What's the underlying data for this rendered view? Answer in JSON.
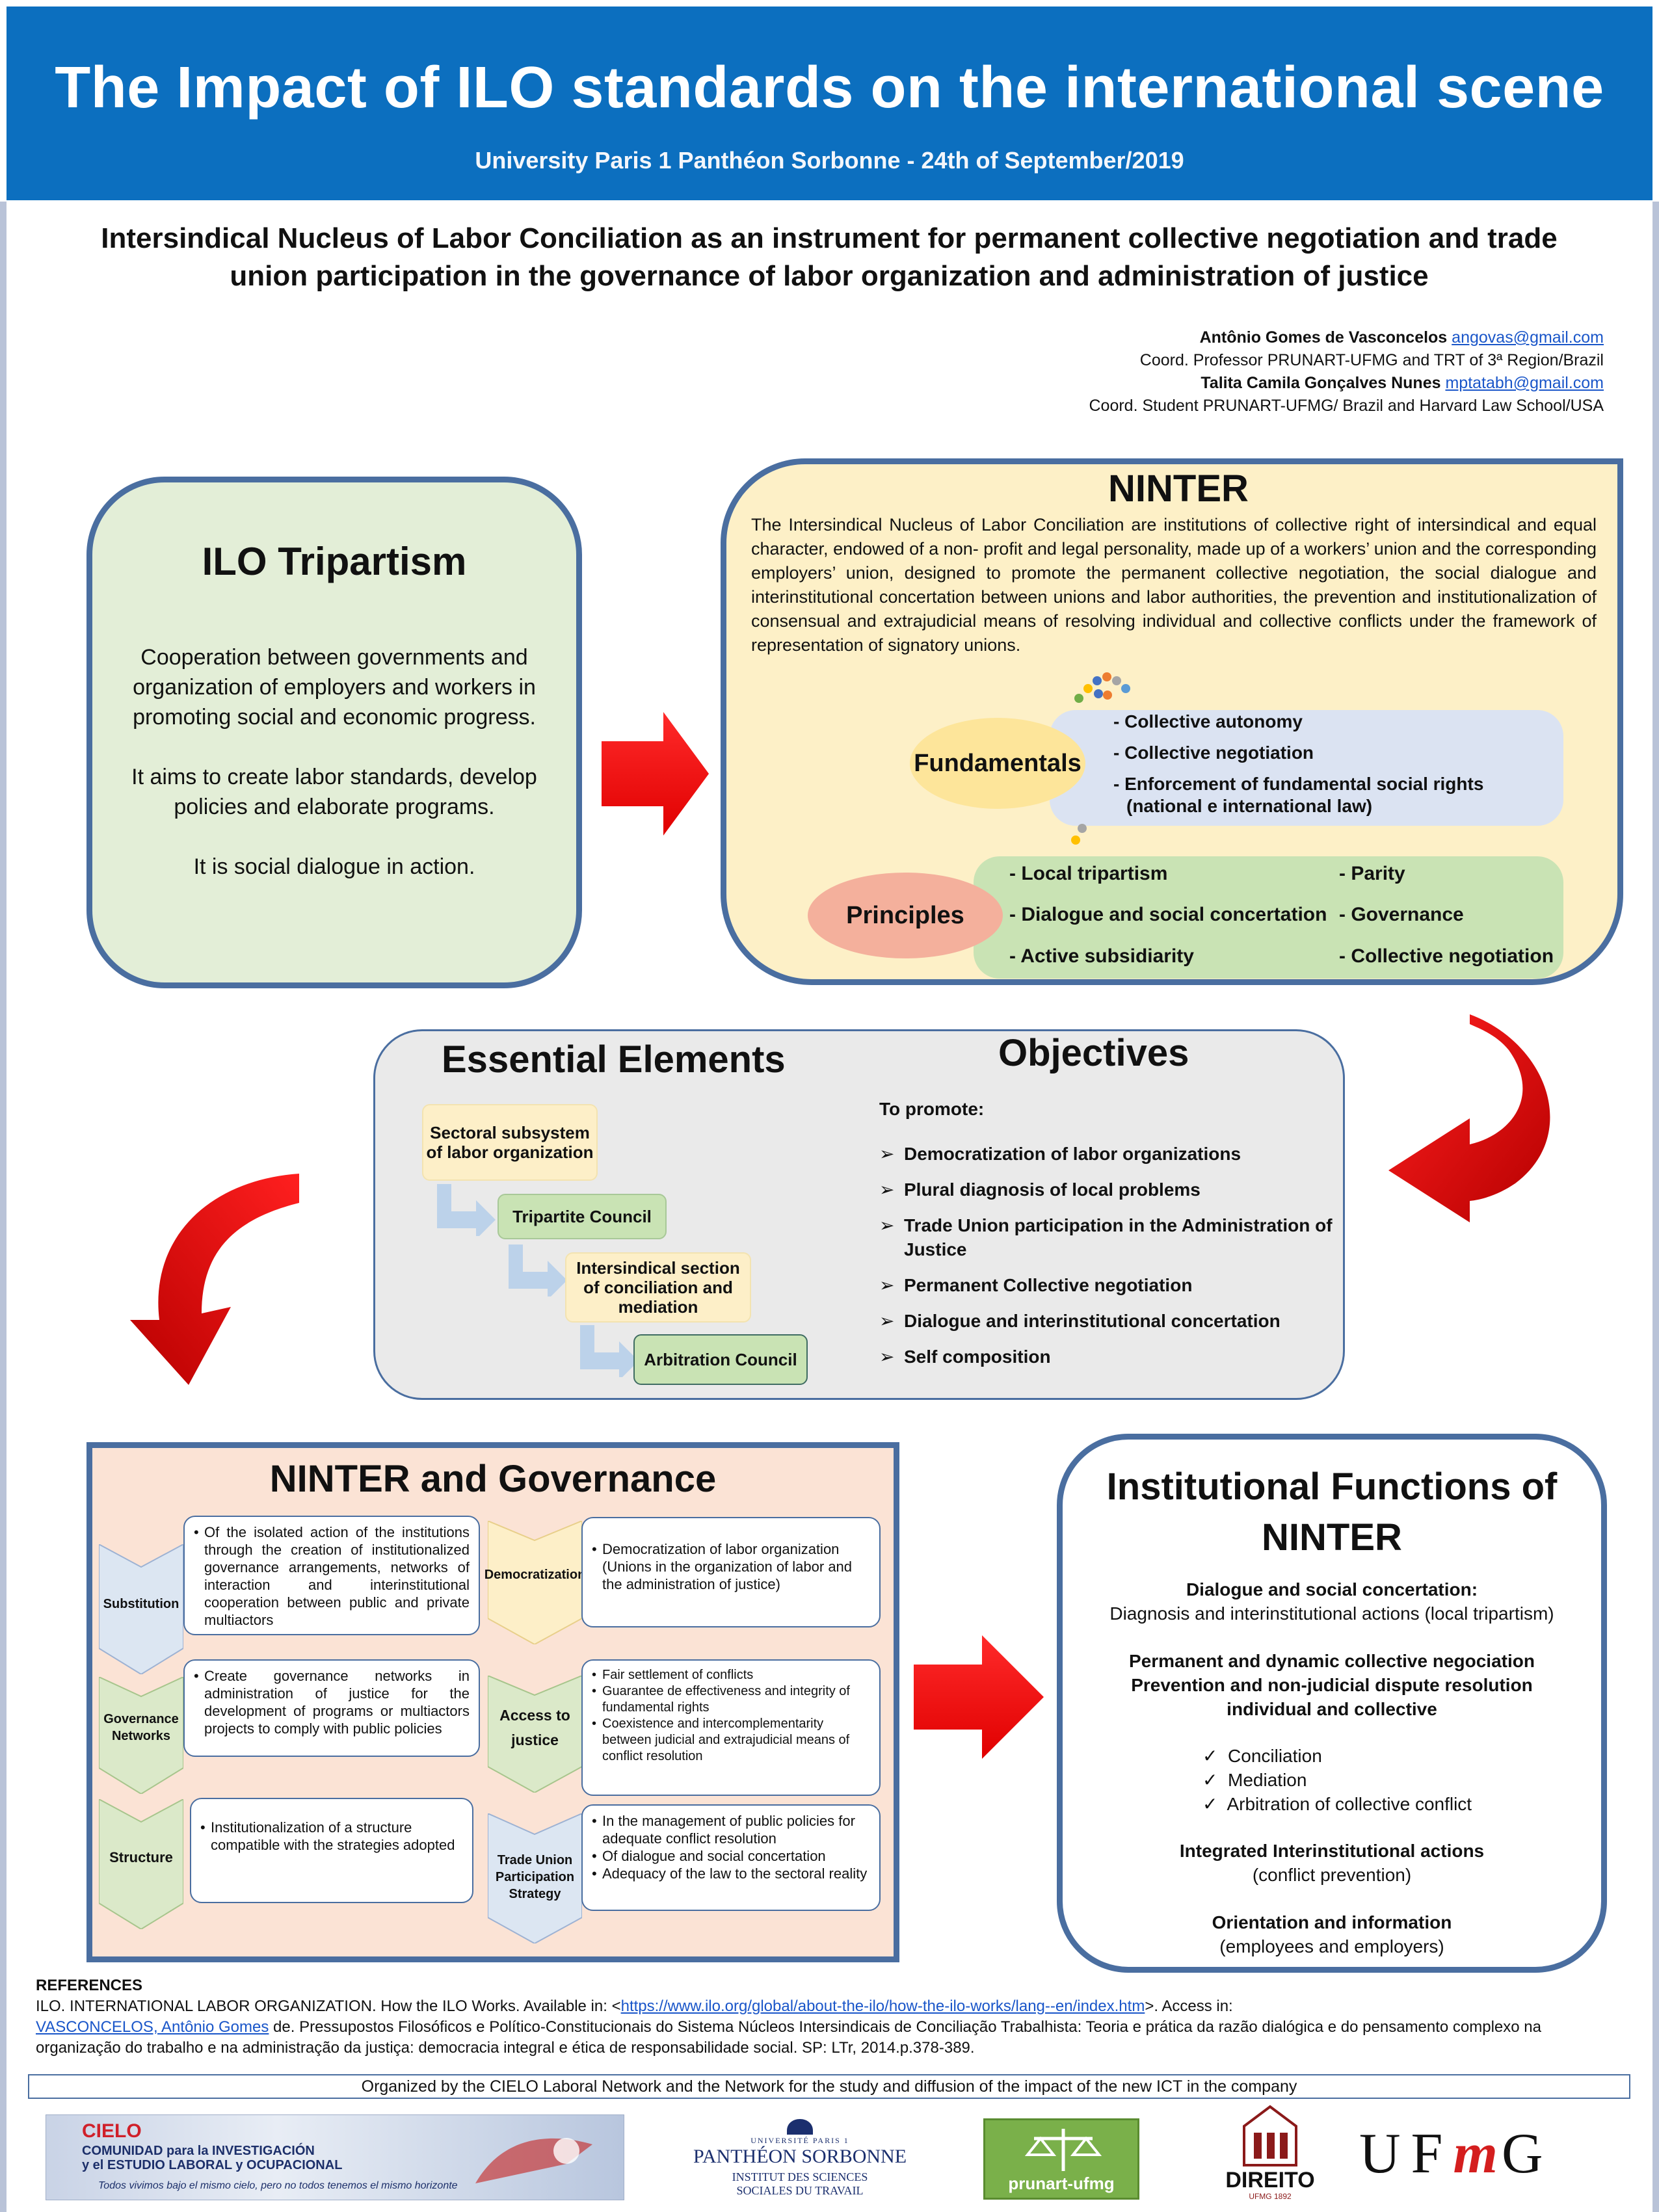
{
  "header": {
    "title": "The Impact of ILO standards on the international scene",
    "subtitle": "University Paris 1 Panthéon Sorbonne - 24th of September/2019"
  },
  "paper_title": {
    "line1": "Intersindical Nucleus of Labor Conciliation as an instrument for permanent collective negotiation and trade",
    "line2": "union participation in the governance of labor organization and administration of justice"
  },
  "authors": [
    {
      "name": "Antônio Gomes de Vasconcelos",
      "email": "angovas@gmail.com",
      "role": "Coord. Professor PRUNART-UFMG and TRT of 3ª Region/Brazil"
    },
    {
      "name": "Talita Camila Gonçalves Nunes",
      "email": "mptatabh@gmail.com",
      "role": "Coord. Student PRUNART-UFMG/ Brazil and Harvard Law School/USA"
    }
  ],
  "ilo": {
    "title": "ILO Tripartism",
    "p1": "Cooperation between governments and organization of employers and workers in promoting social and economic progress.",
    "p2": "It aims to create labor standards, develop policies and elaborate programs.",
    "p3": "It is social dialogue in action."
  },
  "ninter": {
    "title": "NINTER",
    "text": "The Intersindical Nucleus of Labor Conciliation are institutions of collective right of intersindical and equal character, endowed of a non- profit and legal personality, made up of a workers’ union and the corresponding employers’ union, designed to promote the permanent collective negotiation, the social dialogue and interinstitutional concertation between unions and labor authorities, the prevention and institutionalization of consensual and extrajudicial means of resolving individual and collective conflicts under the framework of representation of signatory unions.",
    "fundamentals_label": "Fundamentals",
    "fundamentals": [
      "- Collective autonomy",
      "- Collective negotiation",
      "- Enforcement of fundamental social rights",
      "(national e international law)"
    ],
    "principles_label": "Principles",
    "principles_left": [
      "- Local tripartism",
      "- Dialogue and social concertation",
      "- Active subsidiarity"
    ],
    "principles_right": [
      "- Parity",
      "-  Governance",
      "- Collective negotiation"
    ],
    "dot_colors": [
      "#4472c4",
      "#ed7d31",
      "#a5a5a5",
      "#ffc000",
      "#5b9bd5",
      "#70ad47"
    ]
  },
  "essential": {
    "title": "Essential Elements",
    "steps": [
      "Sectoral subsystem of labor organization",
      "Tripartite Council",
      "Intersindical section of conciliation and mediation",
      "Arbitration Council"
    ]
  },
  "objectives": {
    "title": "Objectives",
    "intro": "To promote:",
    "items": [
      "Democratization of labor organizations",
      "Plural  diagnosis of local problems",
      "Trade Union participation in the Administration of Justice",
      "Permanent Collective negotiation",
      "Dialogue and interinstitutional concertation",
      "Self composition"
    ]
  },
  "governance": {
    "title": "NINTER and Governance",
    "left": [
      {
        "label": "Substitution",
        "text": "Of the isolated action of the institutions through the creation of institutionalized governance arrangements, networks of interaction and interinstitutional cooperation between public and private multiactors"
      },
      {
        "label": "Governance Networks",
        "text": "Create governance networks in administration of justice for the development of programs or multiactors projects to comply with public policies"
      },
      {
        "label": "Structure",
        "text": "Institutionalization of a structure compatible with the strategies adopted"
      }
    ],
    "right": [
      {
        "label": "Democratization",
        "items": [
          "Democratization of labor organization (Unions in the organization of labor and the administration of justice)"
        ]
      },
      {
        "label": "Access to justice",
        "items": [
          "Fair settlement of conflicts",
          "Guarantee de effectiveness and integrity of fundamental rights",
          "Coexistence and intercomplementarity between judicial and extrajudicial means of conflict resolution"
        ]
      },
      {
        "label": "Trade Union Participation Strategy",
        "items": [
          "In the management of public policies for adequate conflict resolution",
          "Of dialogue and social concertation",
          "Adequacy of the law to the sectoral reality"
        ]
      }
    ]
  },
  "institutional": {
    "title_line1": "Institutional Functions of",
    "title_line2": "NINTER",
    "b1_title": "Dialogue and social concertation:",
    "b1_text": "Diagnosis and interinstitutional actions (local tripartism)",
    "b2_line1": "Permanent and dynamic collective negociation",
    "b2_line2": "Prevention and non-judicial dispute resolution",
    "b2_line3": "individual and collective",
    "checks": [
      "Conciliation",
      "Mediation",
      "Arbitration of collective conflict"
    ],
    "b3_title": "Integrated Interinstitutional actions",
    "b3_text": "(conflict prevention)",
    "b4_title": "Orientation and information",
    "b4_text": "(employees and employers)"
  },
  "references": {
    "heading": "REFERENCES",
    "r1_pre": "ILO. INTERNATIONAL LABOR ORGANIZATION. How the ILO Works. Available in: <",
    "r1_link": "https://www.ilo.org/global/about-the-ilo/how-the-ilo-works/lang--en/index.htm",
    "r1_post": ">. Access in:",
    "r2_link": "VASCONCELOS, Antônio Gomes",
    "r2_text": " de. Pressupostos Filosóficos e Político-Constitucionais do Sistema Núcleos Intersindicais de Conciliação Trabalhista: Teoria e prática da razão dialógica e do pensamento complexo na",
    "r3_text": "organização do trabalho e na administração da justiça: democracia integral e ética de responsabilidade social. SP: LTr, 2014.p.378-389."
  },
  "organized": "Organized by  the CIELO Laboral Network and the Network for the study and diffusion of the impact of the new ICT in the company",
  "logos": {
    "cielo_name": "CIELO",
    "cielo_line1": "COMUNIDAD para la INVESTIGACIÓN",
    "cielo_line2": "y el ESTUDIO LABORAL y OCUPACIONAL",
    "cielo_tag": "Todos vivimos bajo el mismo cielo, pero no todos tenemos el mismo horizonte",
    "sorbonne_top": "UNIVERSITÉ PARIS 1",
    "sorbonne_name": "PANTHÉON SORBONNE",
    "sorbonne_l1": "INSTITUT DES SCIENCES",
    "sorbonne_l2": "SOCIALES DU TRAVAIL",
    "prunart": "prunart-ufmg",
    "direito": "DIREITO",
    "direito_sub": "UFMG 1892",
    "ufmg_u": "UF",
    "ufmg_m": "m",
    "ufmg_g": "G"
  }
}
